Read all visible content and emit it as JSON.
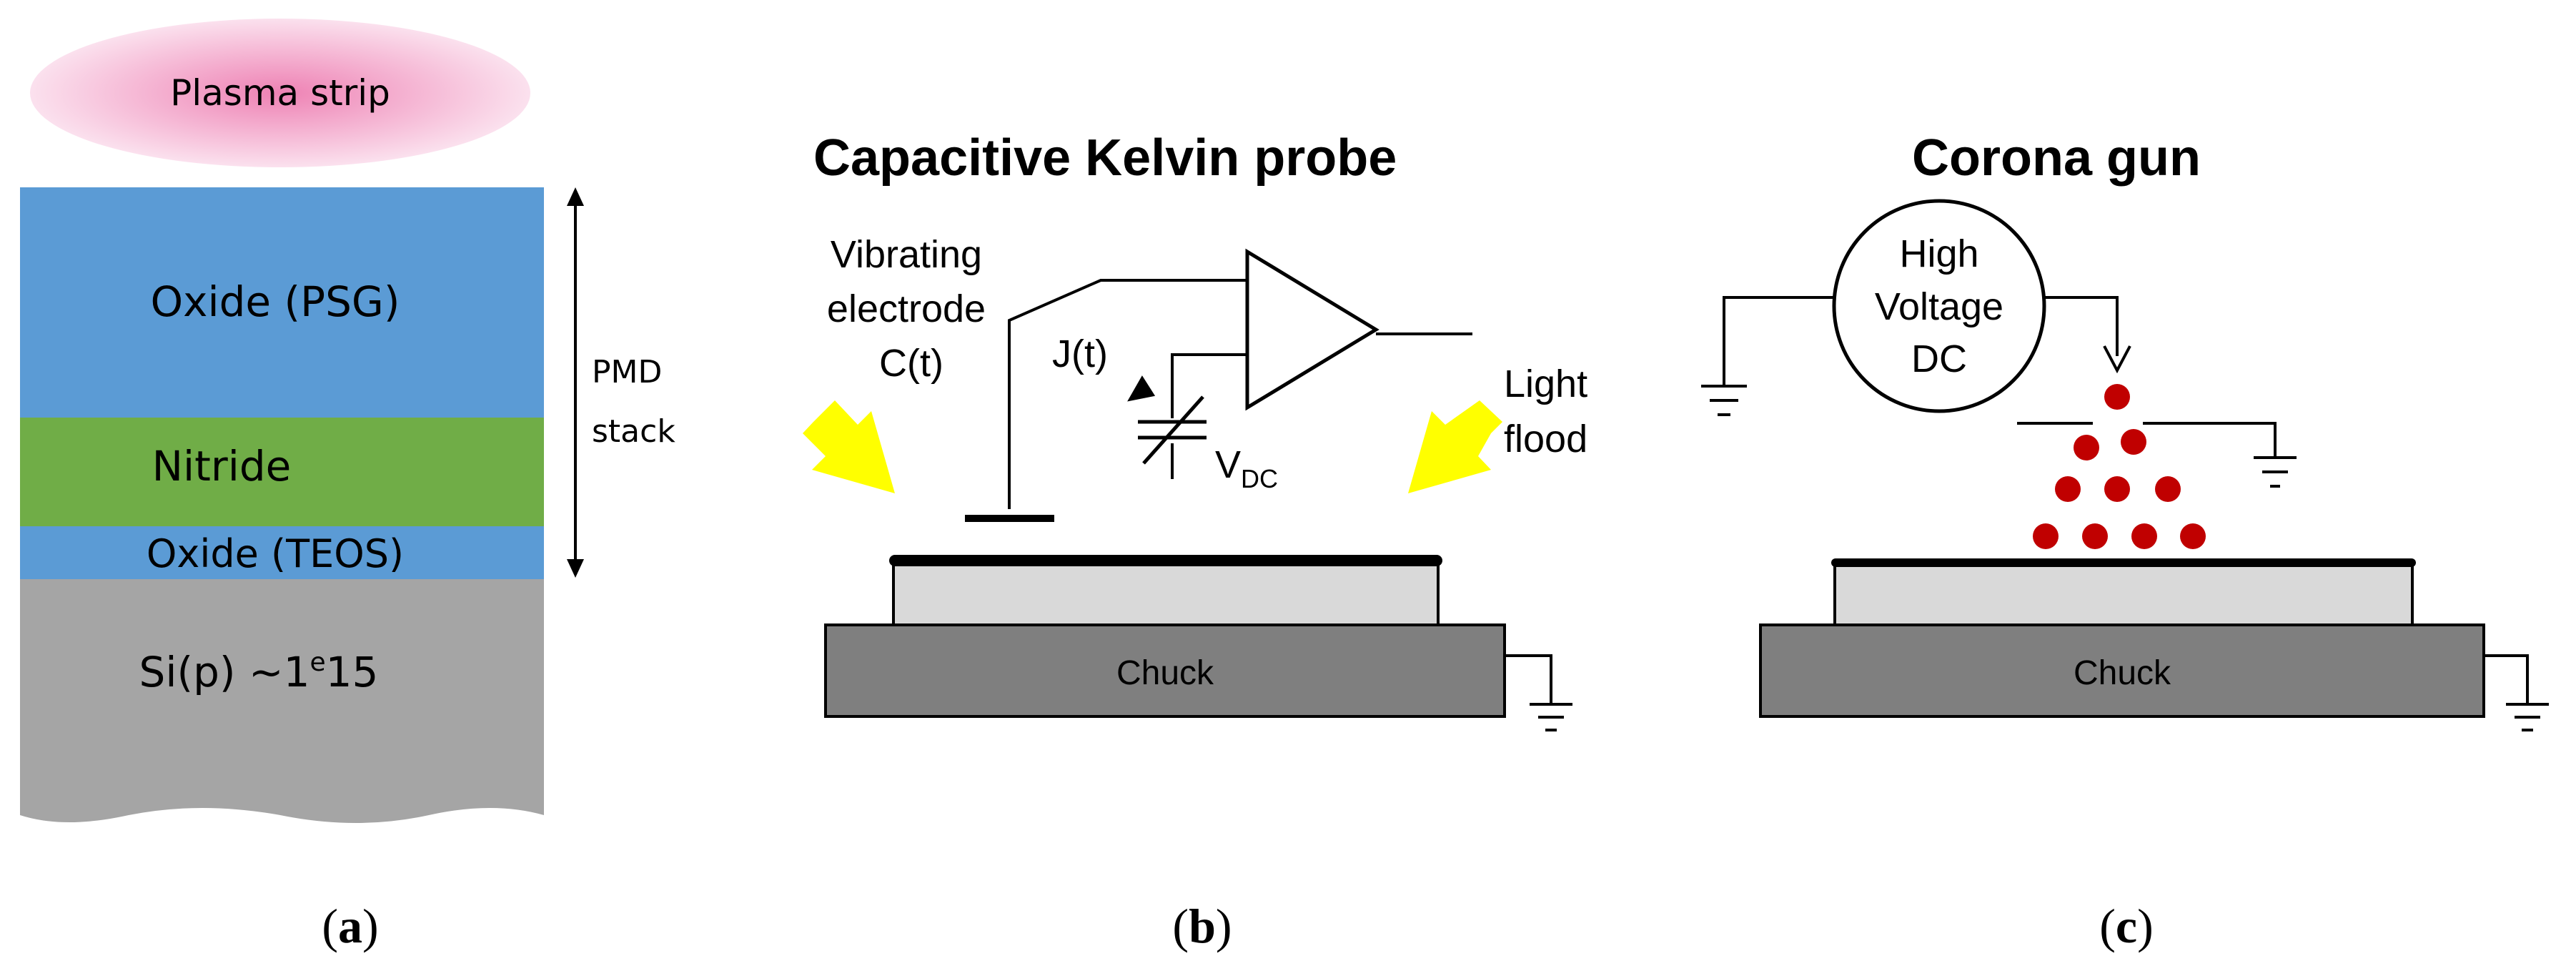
{
  "panel_a": {
    "plasma_label": "Plasma strip",
    "layers": {
      "oxide_psg": "Oxide (PSG)",
      "nitride": "Nitride",
      "oxide_teos": "Oxide (TEOS)",
      "substrate_base": "Si(p) ~1",
      "substrate_sup": "e",
      "substrate_end": "15"
    },
    "stack_label_line1": "PMD",
    "stack_label_line2": "stack",
    "caption_open": "(",
    "caption_letter": "a",
    "caption_close": ")"
  },
  "panel_b": {
    "title": "Capacitive Kelvin probe",
    "electrode_line1": "Vibrating",
    "electrode_line2": "electrode",
    "electrode_line3": "C(t)",
    "current_label": "J(t)",
    "vdc_base": "V",
    "vdc_sub": "DC",
    "light_line1": "Light",
    "light_line2": "flood",
    "chuck_label": "Chuck",
    "caption_open": "(",
    "caption_letter": "b",
    "caption_close": ")"
  },
  "panel_c": {
    "title": "Corona gun",
    "source_line1": "High",
    "source_line2": "Voltage",
    "source_line3": "DC",
    "chuck_label": "Chuck",
    "caption_open": "(",
    "caption_letter": "c",
    "caption_close": ")"
  },
  "colors": {
    "oxide": "#5b9bd5",
    "nitride": "#70ad47",
    "substrate": "#a5a5a5",
    "plasma": "#ee82b4",
    "chuck": "#7f7f7f",
    "sample": "#d9d9d9",
    "light_arrow": "#ffff00",
    "corona_charge": "#c00000"
  }
}
